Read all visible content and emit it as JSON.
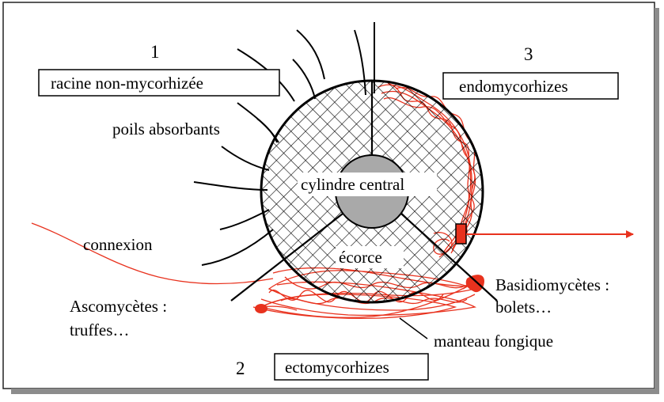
{
  "numbers": {
    "one": "1",
    "two": "2",
    "three": "3"
  },
  "boxes": {
    "non_mycorrhized": "racine non-mycorhizée",
    "endo": "endomycorhizes",
    "ecto": "ectomycorhizes"
  },
  "labels": {
    "root_hairs": "poils absorbants",
    "central_cylinder": "cylindre central",
    "connection": "connexion",
    "cortex": "écorce",
    "ascomycetes": "Ascomycètes :",
    "truffles": "truffes…",
    "basidiomycetes": "Basidiomycètes :",
    "boletes": "bolets…",
    "fungal_mantle": "manteau fongique"
  },
  "colors": {
    "fungus": "#e8321e",
    "cylinder_fill": "#a9a9a9",
    "hatch": "#000000",
    "shadow": "#8c8c8c"
  }
}
